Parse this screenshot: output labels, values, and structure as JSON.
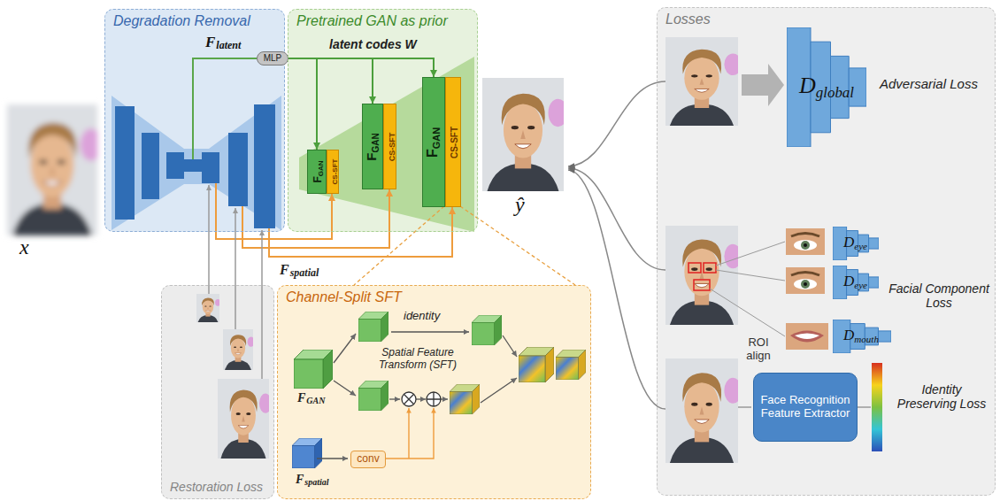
{
  "diagram": {
    "nodes": [
      {
        "text": [
          "Degradation Removal"
        ]
      },
      {
        "text": [
          "MLP"
        ]
      },
      {
        "text": [
          "Pretrained GAN as prior"
        ]
      },
      {
        "text": [
          "F",
          "GAN"
        ],
        "in": 2
      },
      {
        "text": [
          "CS-SFT"
        ],
        "in": 2
      },
      {
        "text": [
          "F",
          "GAN"
        ],
        "in": 2
      },
      {
        "text": [
          "CS-SFT"
        ],
        "in": 2
      },
      {
        "text": [
          "F",
          "GAN"
        ],
        "in": 2
      },
      {
        "text": [
          "CS-SFT"
        ],
        "in": 2
      },
      {
        "text": [
          "Restoration Loss"
        ]
      },
      {
        "text": [
          "Channel-Split SFT"
        ]
      },
      {
        "text": [
          "conv"
        ],
        "in": 10
      },
      {
        "text": [
          "Losses"
        ]
      },
      {
        "text": [
          "D",
          "global"
        ],
        "in": 12
      },
      {
        "text": [
          "D",
          "eye"
        ],
        "in": 12
      },
      {
        "text": [
          "D",
          "eye"
        ],
        "in": 12
      },
      {
        "text": [
          "D",
          "mouth"
        ],
        "in": 12
      },
      {
        "text": [
          "Face Recognition Feature Extractor"
        ],
        "in": 12
      }
    ],
    "edges": [
      {
        "from": 1,
        "to": 3,
        "arrow": "to"
      },
      {
        "from": 1,
        "to": 5,
        "arrow": "to"
      },
      {
        "from": 1,
        "to": 7,
        "arrow": "to"
      }
    ],
    "labels": [
      "x",
      "F",
      "latent",
      "latent codes W",
      "ŷ",
      "F",
      "spatial",
      "identity",
      "Spatial Feature Transform (SFT)",
      "F",
      "GAN",
      "F",
      "spatial",
      "Adversarial Loss",
      "ROI align",
      "Facial Component Loss",
      "Identity Preserving Loss"
    ]
  }
}
